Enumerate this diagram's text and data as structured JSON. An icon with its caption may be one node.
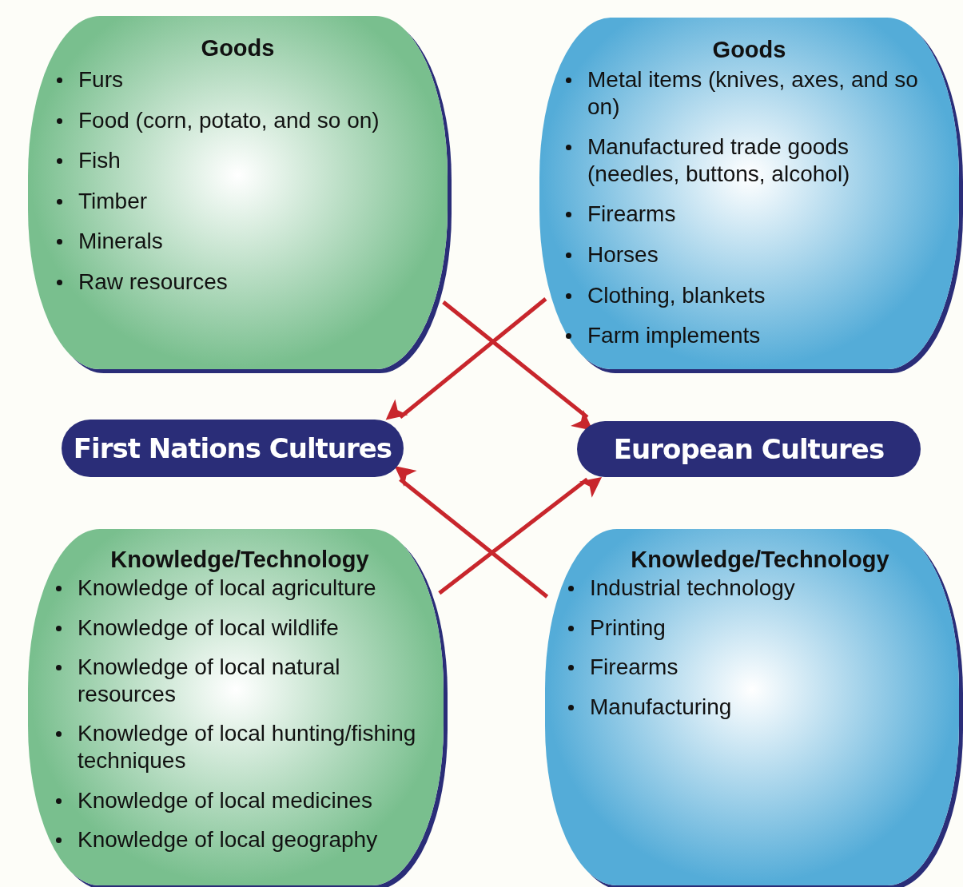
{
  "diagram": {
    "nodes": [
      {
        "text": [
          "Goods",
          "Furs",
          "Food (corn, potato, and so on)",
          "Fish",
          "Timber",
          "Minerals",
          "Raw resources"
        ]
      },
      {
        "text": [
          "Goods",
          "Metal items (knives, axes, and so on)",
          "Manufactured trade goods (needles, buttons, alcohol)",
          "Firearms",
          "Horses",
          "Clothing, blankets",
          "Farm implements"
        ]
      },
      {
        "text": [
          "First Nations Cultures"
        ]
      },
      {
        "text": [
          "European Cultures"
        ]
      },
      {
        "text": [
          "Knowledge/Technology",
          "Knowledge of local agriculture",
          "Knowledge of local wildlife",
          "Knowledge of local natural resources",
          "Knowledge of local hunting/fishing techniques",
          "Knowledge of local medicines",
          "Knowledge of local geography"
        ]
      },
      {
        "text": [
          "Knowledge/Technology",
          "Industrial technology",
          "Printing",
          "Firearms",
          "Manufacturing"
        ]
      }
    ],
    "edges": [
      {
        "from": 0,
        "to": 3,
        "arrow": "to"
      },
      {
        "from": 1,
        "to": 2,
        "arrow": "to"
      },
      {
        "from": 4,
        "to": 3,
        "arrow": "to"
      },
      {
        "from": 5,
        "to": 2,
        "arrow": "to"
      }
    ]
  }
}
